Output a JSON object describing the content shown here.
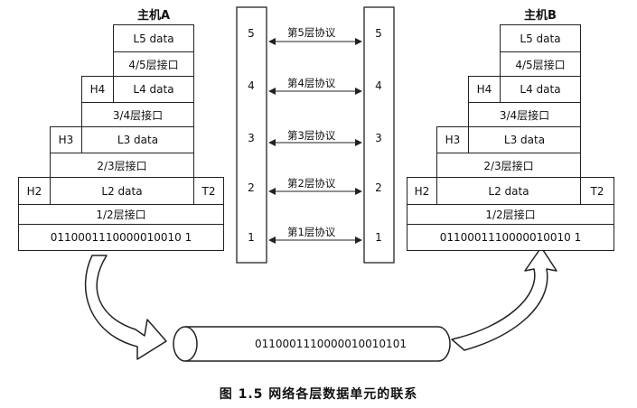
{
  "hostA": {
    "title": "主机A",
    "l5": "L5 data",
    "if45": "4/5层接口",
    "h4": "H4",
    "l4": "L4 data",
    "if34": "3/4层接口",
    "h3": "H3",
    "l3": "L3 data",
    "if23": "2/3层接口",
    "h2": "H2",
    "l2": "L2 data",
    "t2": "T2",
    "if12": "1/2层接口",
    "bits": "0110001110000010010 1"
  },
  "hostB": {
    "title": "主机B",
    "l5": "L5 data",
    "if45": "4/5层接口",
    "h4": "H4",
    "l4": "L4 data",
    "if34": "3/4层接口",
    "h3": "H3",
    "l3": "L3 data",
    "if23": "2/3层接口",
    "h2": "H2",
    "l2": "L2 data",
    "t2": "T2",
    "if12": "1/2层接口",
    "bits": "0110001110000010010 1"
  },
  "layers": {
    "left": [
      "5",
      "4",
      "3",
      "2",
      "1"
    ],
    "right": [
      "5",
      "4",
      "3",
      "2",
      "1"
    ],
    "protocols": [
      "第5层协议",
      "第4层协议",
      "第3层协议",
      "第2层协议",
      "第1层协议"
    ]
  },
  "pipe": {
    "bits": "0110001110000010010101"
  },
  "caption": "图 1.5    网络各层数据单元的联系"
}
